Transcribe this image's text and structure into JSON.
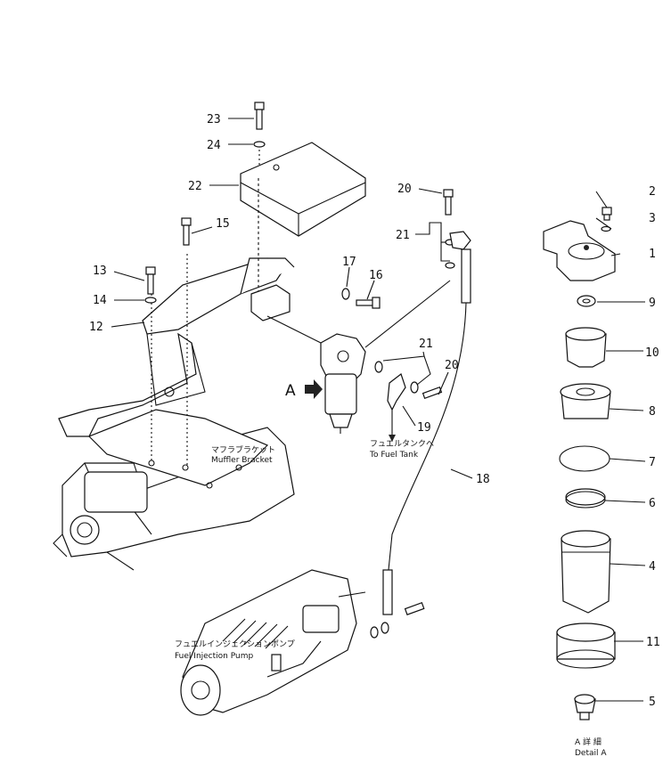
{
  "callouts": {
    "c1": "1",
    "c2": "2",
    "c3": "3",
    "c4": "4",
    "c5": "5",
    "c6": "6",
    "c7": "7",
    "c8": "8",
    "c9": "9",
    "c10": "10",
    "c11": "11",
    "c12": "12",
    "c13": "13",
    "c14": "14",
    "c15": "15",
    "c16": "16",
    "c17": "17",
    "c18": "18",
    "c19": "19",
    "c20a": "20",
    "c20b": "20",
    "c21a": "21",
    "c21b": "21",
    "c22": "22",
    "c23": "23",
    "c24": "24"
  },
  "labels": {
    "muffler_bracket_jp": "マフラブラケット",
    "muffler_bracket_en": "Muffler Bracket",
    "fuel_tank_jp": "フュエルタンクへ",
    "fuel_tank_en": "To Fuel Tank",
    "injection_pump_jp": "フュエルインジェクションポンプ",
    "injection_pump_en": "Fuel Injection Pump",
    "detail_jp": "A 詳 細",
    "detail_en": "Detail A",
    "arrow_a": "A"
  }
}
